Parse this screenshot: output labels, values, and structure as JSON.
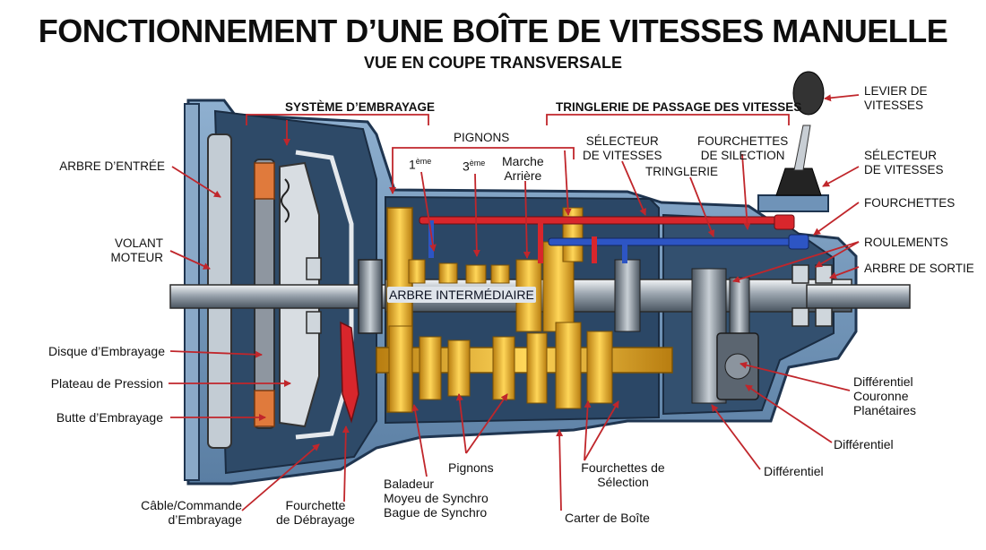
{
  "title": "FONCTIONNEMENT D’UNE BOÎTE DE VITESSES MANUELLE",
  "subtitle": "VUE EN COUPE TRANSVERSALE",
  "sections": {
    "clutch_system": "SYSTÈME D’EMBRAYAGE",
    "shift_linkage": "TRINGLERIE DE PASSAGE DES VITESSES"
  },
  "top_labels": {
    "pignons": "PIGNONS",
    "gear1_num": "1",
    "gear1_sup": "ème",
    "gear3_num": "3",
    "gear3_sup": "ème",
    "reverse_line1": "Marche",
    "reverse_line2": "Arrière",
    "selector_line1": "SÉLECTEUR",
    "selector_line2": "DE VITESSES",
    "forks_sel_line1": "FOURCHETTES",
    "forks_sel_line2": "DE SILECTION",
    "tringlerie": "TRINGLERIE"
  },
  "left_labels": {
    "input_shaft": "ARBRE D’ENTRÉE",
    "flywheel_line1": "VOLANT",
    "flywheel_line2": "MOTEUR",
    "clutch_disc": "Disque d’Embrayage",
    "pressure_plate": "Plateau de Pression",
    "release_bearing": "Butte d’Embrayage"
  },
  "right_labels": {
    "lever_line1": "LEVIER DE",
    "lever_line2": "VITESSES",
    "selector_line1": "SÉLECTEUR",
    "selector_line2": "DE VITESSES",
    "forks": "FOURCHETTES",
    "bearings": "ROULEMENTS",
    "output_shaft": "ARBRE DE SORTIE",
    "diff_line1": "Différentiel",
    "diff_line2": "Couronne",
    "diff_line3": "Planétaires",
    "diff_a": "Différentiel",
    "diff_b": "Différentiel"
  },
  "bottom_labels": {
    "cable_line1": "Câble/Commande",
    "cable_line2": "d’Embrayage",
    "release_fork_line1": "Fourchette",
    "release_fork_line2": "de Débrayage",
    "sync_line1": "Baladeur",
    "sync_line2": "Moyeu de Synchro",
    "sync_line3": "Bague de Synchro",
    "pignons": "Pignons",
    "sel_forks_line1": "Fourchettes de",
    "sel_forks_line2": "Sélection",
    "housing": "Carter de Boîte"
  },
  "shaft_label": "ARBRE INTERMÉDIAIRE",
  "colors": {
    "arrow": "#c0262b",
    "housing": "#6f93b8",
    "housing_dark": "#2d4a69",
    "gold": "#e9b32a",
    "red_rod": "#d8262c",
    "blue_rod": "#2d55c4"
  }
}
